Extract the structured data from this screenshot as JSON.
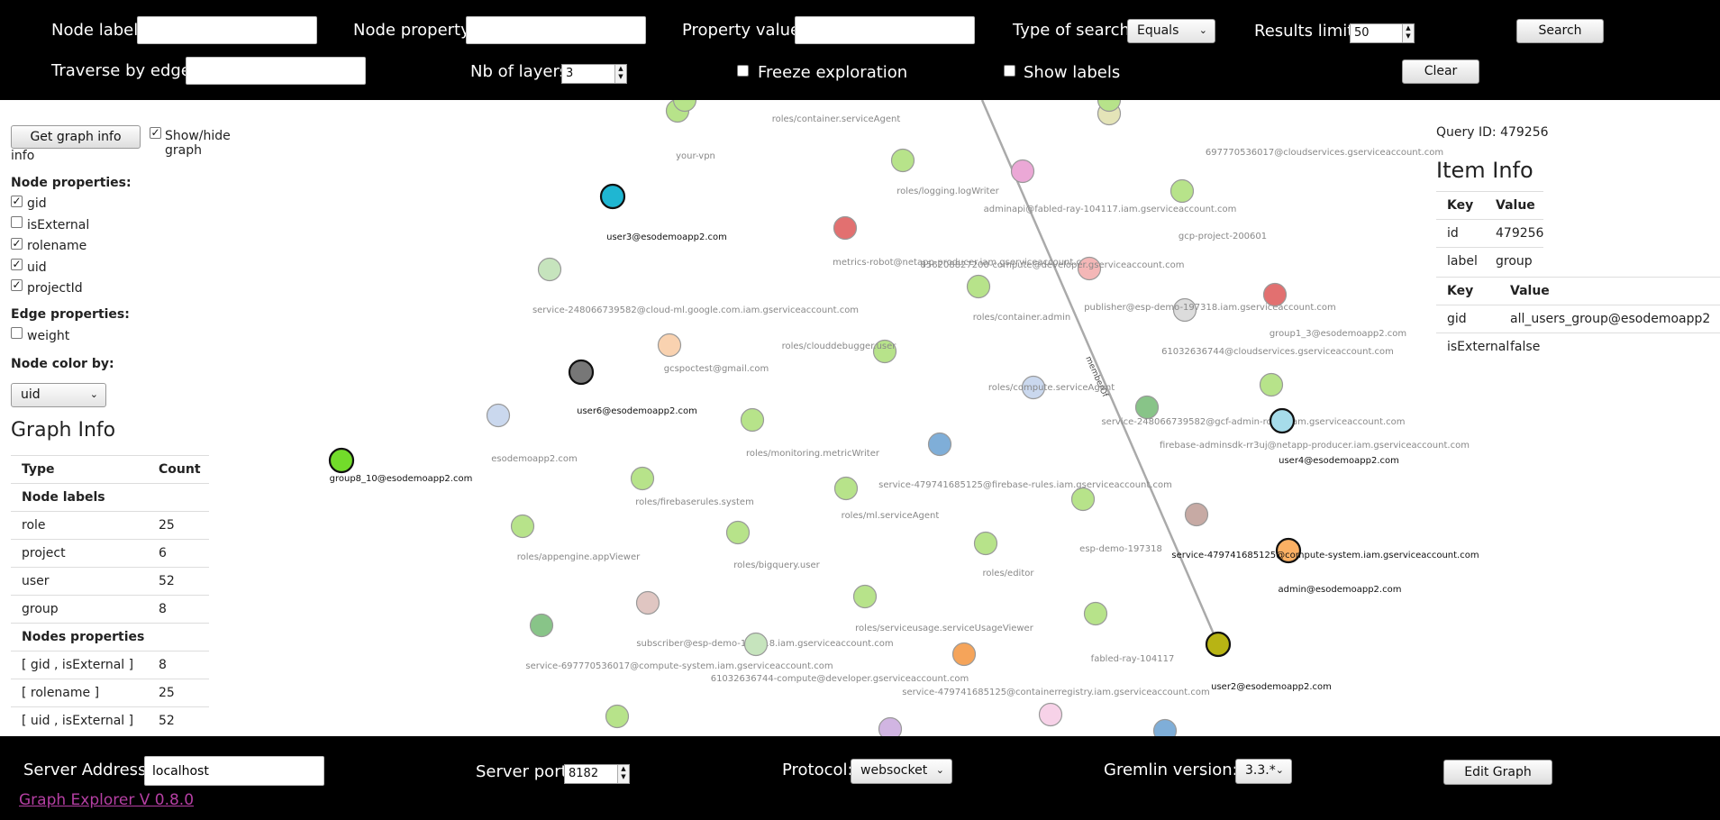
{
  "toolbar": {
    "node_label": {
      "label": "Node label:",
      "value": ""
    },
    "node_property": {
      "label": "Node property:",
      "value": ""
    },
    "property_value": {
      "label": "Property value:",
      "value": ""
    },
    "search_type": {
      "label": "Type of search:",
      "value": "Equals"
    },
    "results_limit": {
      "label": "Results limit:",
      "value": "50"
    },
    "search_button": "Search",
    "traverse_by_edge": {
      "label": "Traverse by edge:",
      "value": ""
    },
    "nb_layers": {
      "label": "Nb of layers",
      "value": "3"
    },
    "freeze_exploration": {
      "label": "Freeze exploration",
      "checked": false
    },
    "show_labels": {
      "label": "Show labels",
      "checked": false
    },
    "clear_button": "Clear"
  },
  "left_panel": {
    "get_graph_info_button": "Get graph info",
    "show_hide_label_a": "Show/hide graph",
    "show_hide_label_b": "info",
    "show_hide_checked": true,
    "node_properties_title": "Node properties:",
    "node_properties": [
      {
        "name": "gid",
        "checked": true
      },
      {
        "name": "isExternal",
        "checked": false
      },
      {
        "name": "rolename",
        "checked": true
      },
      {
        "name": "uid",
        "checked": true
      },
      {
        "name": "projectId",
        "checked": true
      }
    ],
    "edge_properties_title": "Edge properties:",
    "edge_properties": [
      {
        "name": "weight",
        "checked": false
      }
    ],
    "node_color_title": "Node color by:",
    "node_color_value": "uid",
    "graph_info_title": "Graph Info",
    "graph_info": {
      "header": [
        "Type",
        "Count"
      ],
      "rows": [
        {
          "kind": "section",
          "label": "Node labels"
        },
        {
          "kind": "row",
          "label": "role",
          "count": "25"
        },
        {
          "kind": "row",
          "label": "project",
          "count": "6"
        },
        {
          "kind": "row",
          "label": "user",
          "count": "52"
        },
        {
          "kind": "row",
          "label": "group",
          "count": "8"
        },
        {
          "kind": "section",
          "label": "Nodes properties"
        },
        {
          "kind": "row",
          "label": "[ gid , isExternal ]",
          "count": "8"
        },
        {
          "kind": "row",
          "label": "[ rolename ]",
          "count": "25"
        },
        {
          "kind": "row",
          "label": "[ uid , isExternal ]",
          "count": "52"
        }
      ]
    }
  },
  "item_info": {
    "query_id": "Query ID: 479256",
    "title": "Item Info",
    "table1": {
      "header": [
        "Key",
        "Value"
      ],
      "rows": [
        [
          "id",
          "479256"
        ],
        [
          "label",
          "group"
        ]
      ]
    },
    "table2": {
      "header": [
        "Key",
        "Value"
      ],
      "rows": [
        [
          "gid",
          "all_users_group@esodemoapp2"
        ],
        [
          "isExternal",
          "false"
        ]
      ]
    }
  },
  "graph": {
    "edge_label": "memberOf",
    "nodes": [
      {
        "text": "roles/container.serviceAgent",
        "fill": "#b7e38a",
        "dark": false
      },
      {
        "text": "your-vpn",
        "fill": "#d7d2e8",
        "dark": false
      },
      {
        "text": "roles/logging.logWriter",
        "fill": "#b7e38a",
        "dark": false
      },
      {
        "text": "697770536017@cloudservices.gserviceaccount.com",
        "fill": "#e4e4b8",
        "dark": false
      },
      {
        "text": "adminapi@fabled-ray-104117.iam.gserviceaccount.com",
        "fill": "#eba8d6",
        "dark": false
      },
      {
        "text": "gcp-project-200601",
        "fill": "#b7e38a",
        "dark": false
      },
      {
        "text": "user3@esodemoapp2.com",
        "fill": "#1fb6d2",
        "dark": true
      },
      {
        "text": "metrics-robot@netapp-producer.iam.gserviceaccount.com",
        "fill": "#e27070",
        "dark": false
      },
      {
        "text": "856208827200-compute@developer.gserviceaccount.com",
        "fill": "#f4b7b7",
        "dark": false
      },
      {
        "text": "service-248066739582@cloud-ml.google.com.iam.gserviceaccount.com",
        "fill": "#c6e4bd",
        "dark": false
      },
      {
        "text": "roles/container.admin",
        "fill": "#b7e38a",
        "dark": false
      },
      {
        "text": "publisher@esp-demo-197318.iam.gserviceaccount.com",
        "fill": "#dcdcdc",
        "dark": false
      },
      {
        "text": "group1_3@esodemoapp2.com",
        "fill": "#e27070",
        "dark": false
      },
      {
        "text": "roles/clouddebugger.user",
        "fill": "#b7e38a",
        "dark": false
      },
      {
        "text": "61032636744@cloudservices.gserviceaccount.com",
        "fill": "#b7e38a",
        "dark": false
      },
      {
        "text": "gcspoctest@gmail.com",
        "fill": "#f9d2b0",
        "dark": false
      },
      {
        "text": "user6@esodemoapp2.com",
        "fill": "#777777",
        "dark": true
      },
      {
        "text": "roles/compute.serviceAgent",
        "fill": "#cad8ee",
        "dark": false
      },
      {
        "text": "esodemoapp2.com",
        "fill": "#cad8ee",
        "dark": false
      },
      {
        "text": "roles/monitoring.metricWriter",
        "fill": "#b7e38a",
        "dark": false
      },
      {
        "text": "service-248066739582@gcf-admin-robot.iam.gserviceaccount.com",
        "fill": "#88c488",
        "dark": false
      },
      {
        "text": "firebase-adminsdk-rr3uj@netapp-producer.iam.gserviceaccount.com",
        "fill": "#7faed8",
        "dark": false
      },
      {
        "text": "user4@esodemoapp2.com",
        "fill": "#a6dcea",
        "dark": true
      },
      {
        "text": "group8_10@esodemoapp2.com",
        "fill": "#72dc2a",
        "dark": true
      },
      {
        "text": "roles/firebaserules.system",
        "fill": "#b7e38a",
        "dark": false
      },
      {
        "text": "roles/ml.serviceAgent",
        "fill": "#b7e38a",
        "dark": false
      },
      {
        "text": "service-479741685125@firebase-rules.iam.gserviceaccount.com",
        "fill": "#b7e38a",
        "dark": false
      },
      {
        "text": "esp-demo-197318",
        "fill": "#c7aaa4",
        "dark": false
      },
      {
        "text": "roles/appengine.appViewer",
        "fill": "#b7e38a",
        "dark": false
      },
      {
        "text": "roles/bigquery.user",
        "fill": "#b7e38a",
        "dark": false
      },
      {
        "text": "roles/editor",
        "fill": "#b7e38a",
        "dark": false
      },
      {
        "text": "service-479741685125@compute-system.iam.gserviceaccount.com",
        "fill": "#fbb064",
        "dark": true
      },
      {
        "text": "admin@esodemoapp2.com",
        "fill": "",
        "dark": true
      },
      {
        "text": "subscriber@esp-demo-197318.iam.gserviceaccount.com",
        "fill": "#e0c6c2",
        "dark": false
      },
      {
        "text": "roles/serviceusage.serviceUsageViewer",
        "fill": "#b7e38a",
        "dark": false
      },
      {
        "text": "fabled-ray-104117",
        "fill": "#b7e38a",
        "dark": false
      },
      {
        "text": "service-697770536017@compute-system.iam.gserviceaccount.com",
        "fill": "#88c488",
        "dark": false
      },
      {
        "text": "61032636744-compute@developer.gserviceaccount.com",
        "fill": "#c6e4bd",
        "dark": false
      },
      {
        "text": "service-479741685125@containerregistry.iam.gserviceaccount.com",
        "fill": "#f5a45a",
        "dark": false
      },
      {
        "text": "user2@esodemoapp2.com",
        "fill": "#b8b414",
        "dark": true
      },
      {
        "text": "",
        "fill": "#b7e38a",
        "dark": false
      },
      {
        "text": "",
        "fill": "#d1b5e2",
        "dark": false
      },
      {
        "text": "",
        "fill": "#f7d2e8",
        "dark": false
      },
      {
        "text": "",
        "fill": "#7faed8",
        "dark": false
      },
      {
        "text": "",
        "fill": "#b7e38a",
        "dark": false
      },
      {
        "text": "",
        "fill": "#b7e38a",
        "dark": false
      }
    ]
  },
  "footer": {
    "server_address": {
      "label": "Server Address:",
      "value": "localhost"
    },
    "server_port": {
      "label": "Server port:",
      "value": "8182"
    },
    "protocol": {
      "label": "Protocol:",
      "value": "websocket"
    },
    "gremlin_version": {
      "label": "Gremlin version:",
      "value": "3.3.*"
    },
    "edit_graph_button": "Edit Graph",
    "version_link": "Graph Explorer V 0.8.0"
  }
}
